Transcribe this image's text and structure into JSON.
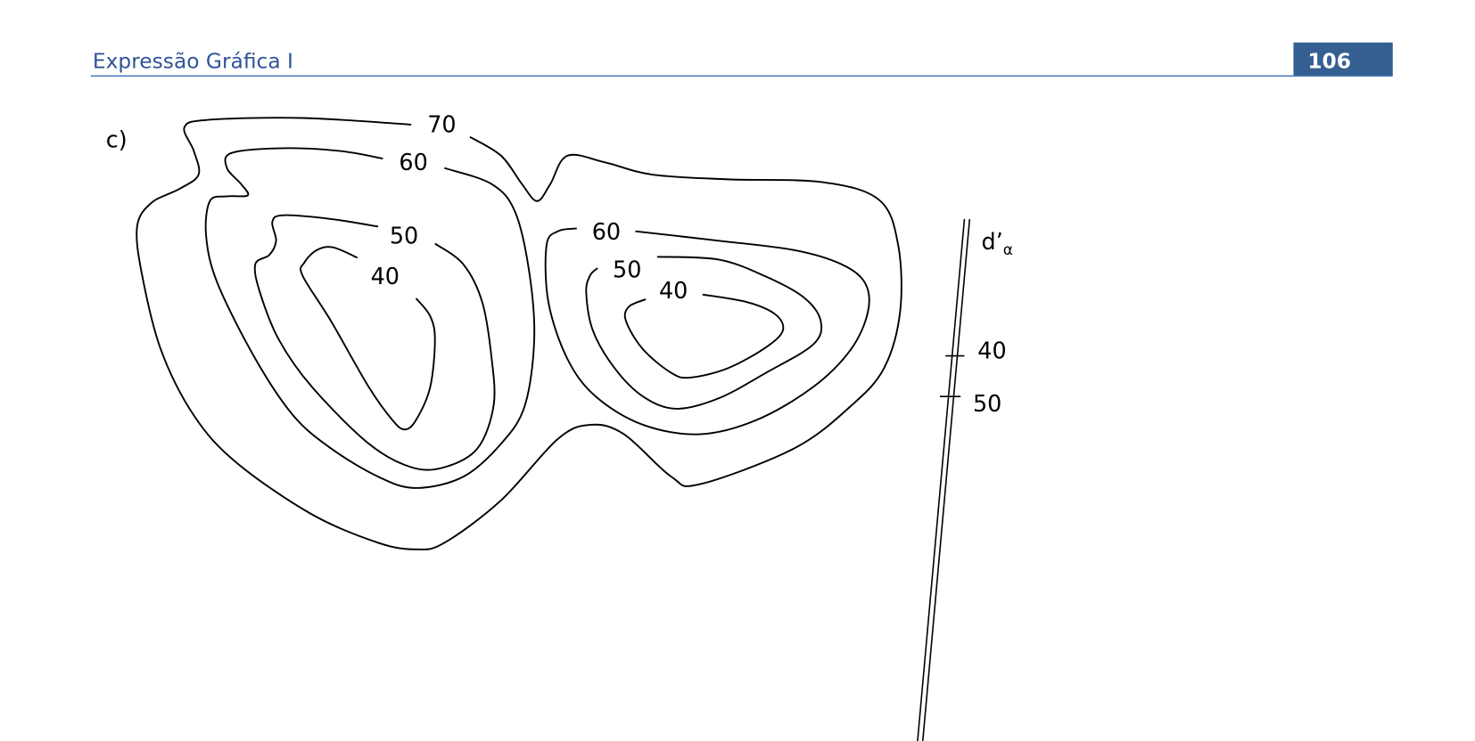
{
  "header": {
    "title": "Expressão Gráfica I",
    "page_number": "106"
  },
  "figure": {
    "part_label": "c)",
    "left_hill_labels": [
      "70",
      "60",
      "50",
      "40"
    ],
    "right_hill_labels": [
      "60",
      "50",
      "40"
    ],
    "line_label": "d’",
    "line_label_subscript": "α",
    "line_marks": [
      "40",
      "50"
    ]
  },
  "colors": {
    "header_text": "#2f5496",
    "header_rule": "#4f81bd",
    "page_box": "#365f91"
  }
}
